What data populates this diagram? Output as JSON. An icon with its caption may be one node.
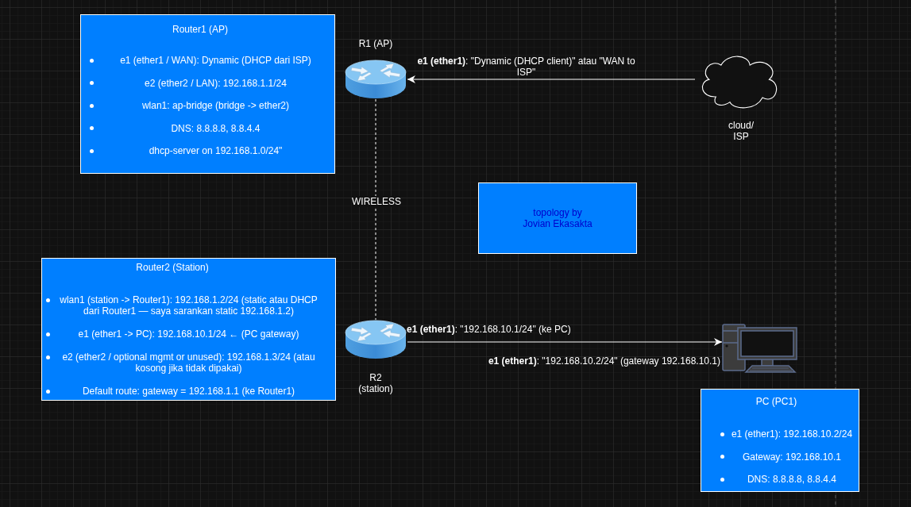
{
  "diagram": {
    "nodes": [
      {
        "text": [
          "Router1 (AP)",
          "e1 (ether1 / WAN): Dynamic (DHCP dari ISP)",
          "e2 (ether2 / LAN): 192.168.1.1/24",
          "wlan1: ap-bridge (bridge -> ether2)",
          "DNS: 8.8.8.8, 8.8.4.4",
          "dhcp-server on 192.168.1.0/24\""
        ]
      },
      {
        "text": [
          "R1 (AP)"
        ]
      },
      {
        "text": [
          "cloud/ ISP"
        ]
      },
      {
        "text": [
          "topology by Jovian Ekasakta"
        ]
      },
      {
        "text": [
          "Router2 (Station)",
          "wlan1 (station -> Router1): 192.168.1.2/24 (static atau DHCP dari Router1 — saya sarankan static 192.168.1.2)",
          "e1 (ether1 -> PC): 192.168.10.1/24 ← (PC gateway)",
          "e2 (ether2 / optional mgmt or unused): 192.168.1.3/24 (atau kosong jika tidak dipakai)",
          "Default route: gateway = 192.168.1.1 (ke Router1)"
        ]
      },
      {
        "text": [
          "R2 (station)"
        ]
      },
      {
        "text": [],
        "shape": "picture",
        "beside": [
          "**e1 (ether1)**: \"192.168.10.2/24\" (gateway 192.168.10.1)"
        ]
      },
      {
        "text": [
          "PC (PC1)",
          "e1 (ether1): 192.168.10.2/24",
          "Gateway: 192.168.10.1",
          "DNS: 8.8.8.8, 8.8.4.4"
        ]
      }
    ],
    "edges": [
      {
        "from": 2,
        "to": 1,
        "arrow": "to",
        "label": "**e1 (ether1)**: \"Dynamic (DHCP client)\" atau \"WAN to ISP\""
      },
      {
        "from": 1,
        "to": 5,
        "arrow": "none",
        "style": "dashed",
        "label": "WIRELESS"
      },
      {
        "from": 5,
        "to": 6,
        "arrow": "to",
        "label": "**e1 (ether1)**: \"192.168.10.1/24\" (ke PC)"
      }
    ]
  }
}
